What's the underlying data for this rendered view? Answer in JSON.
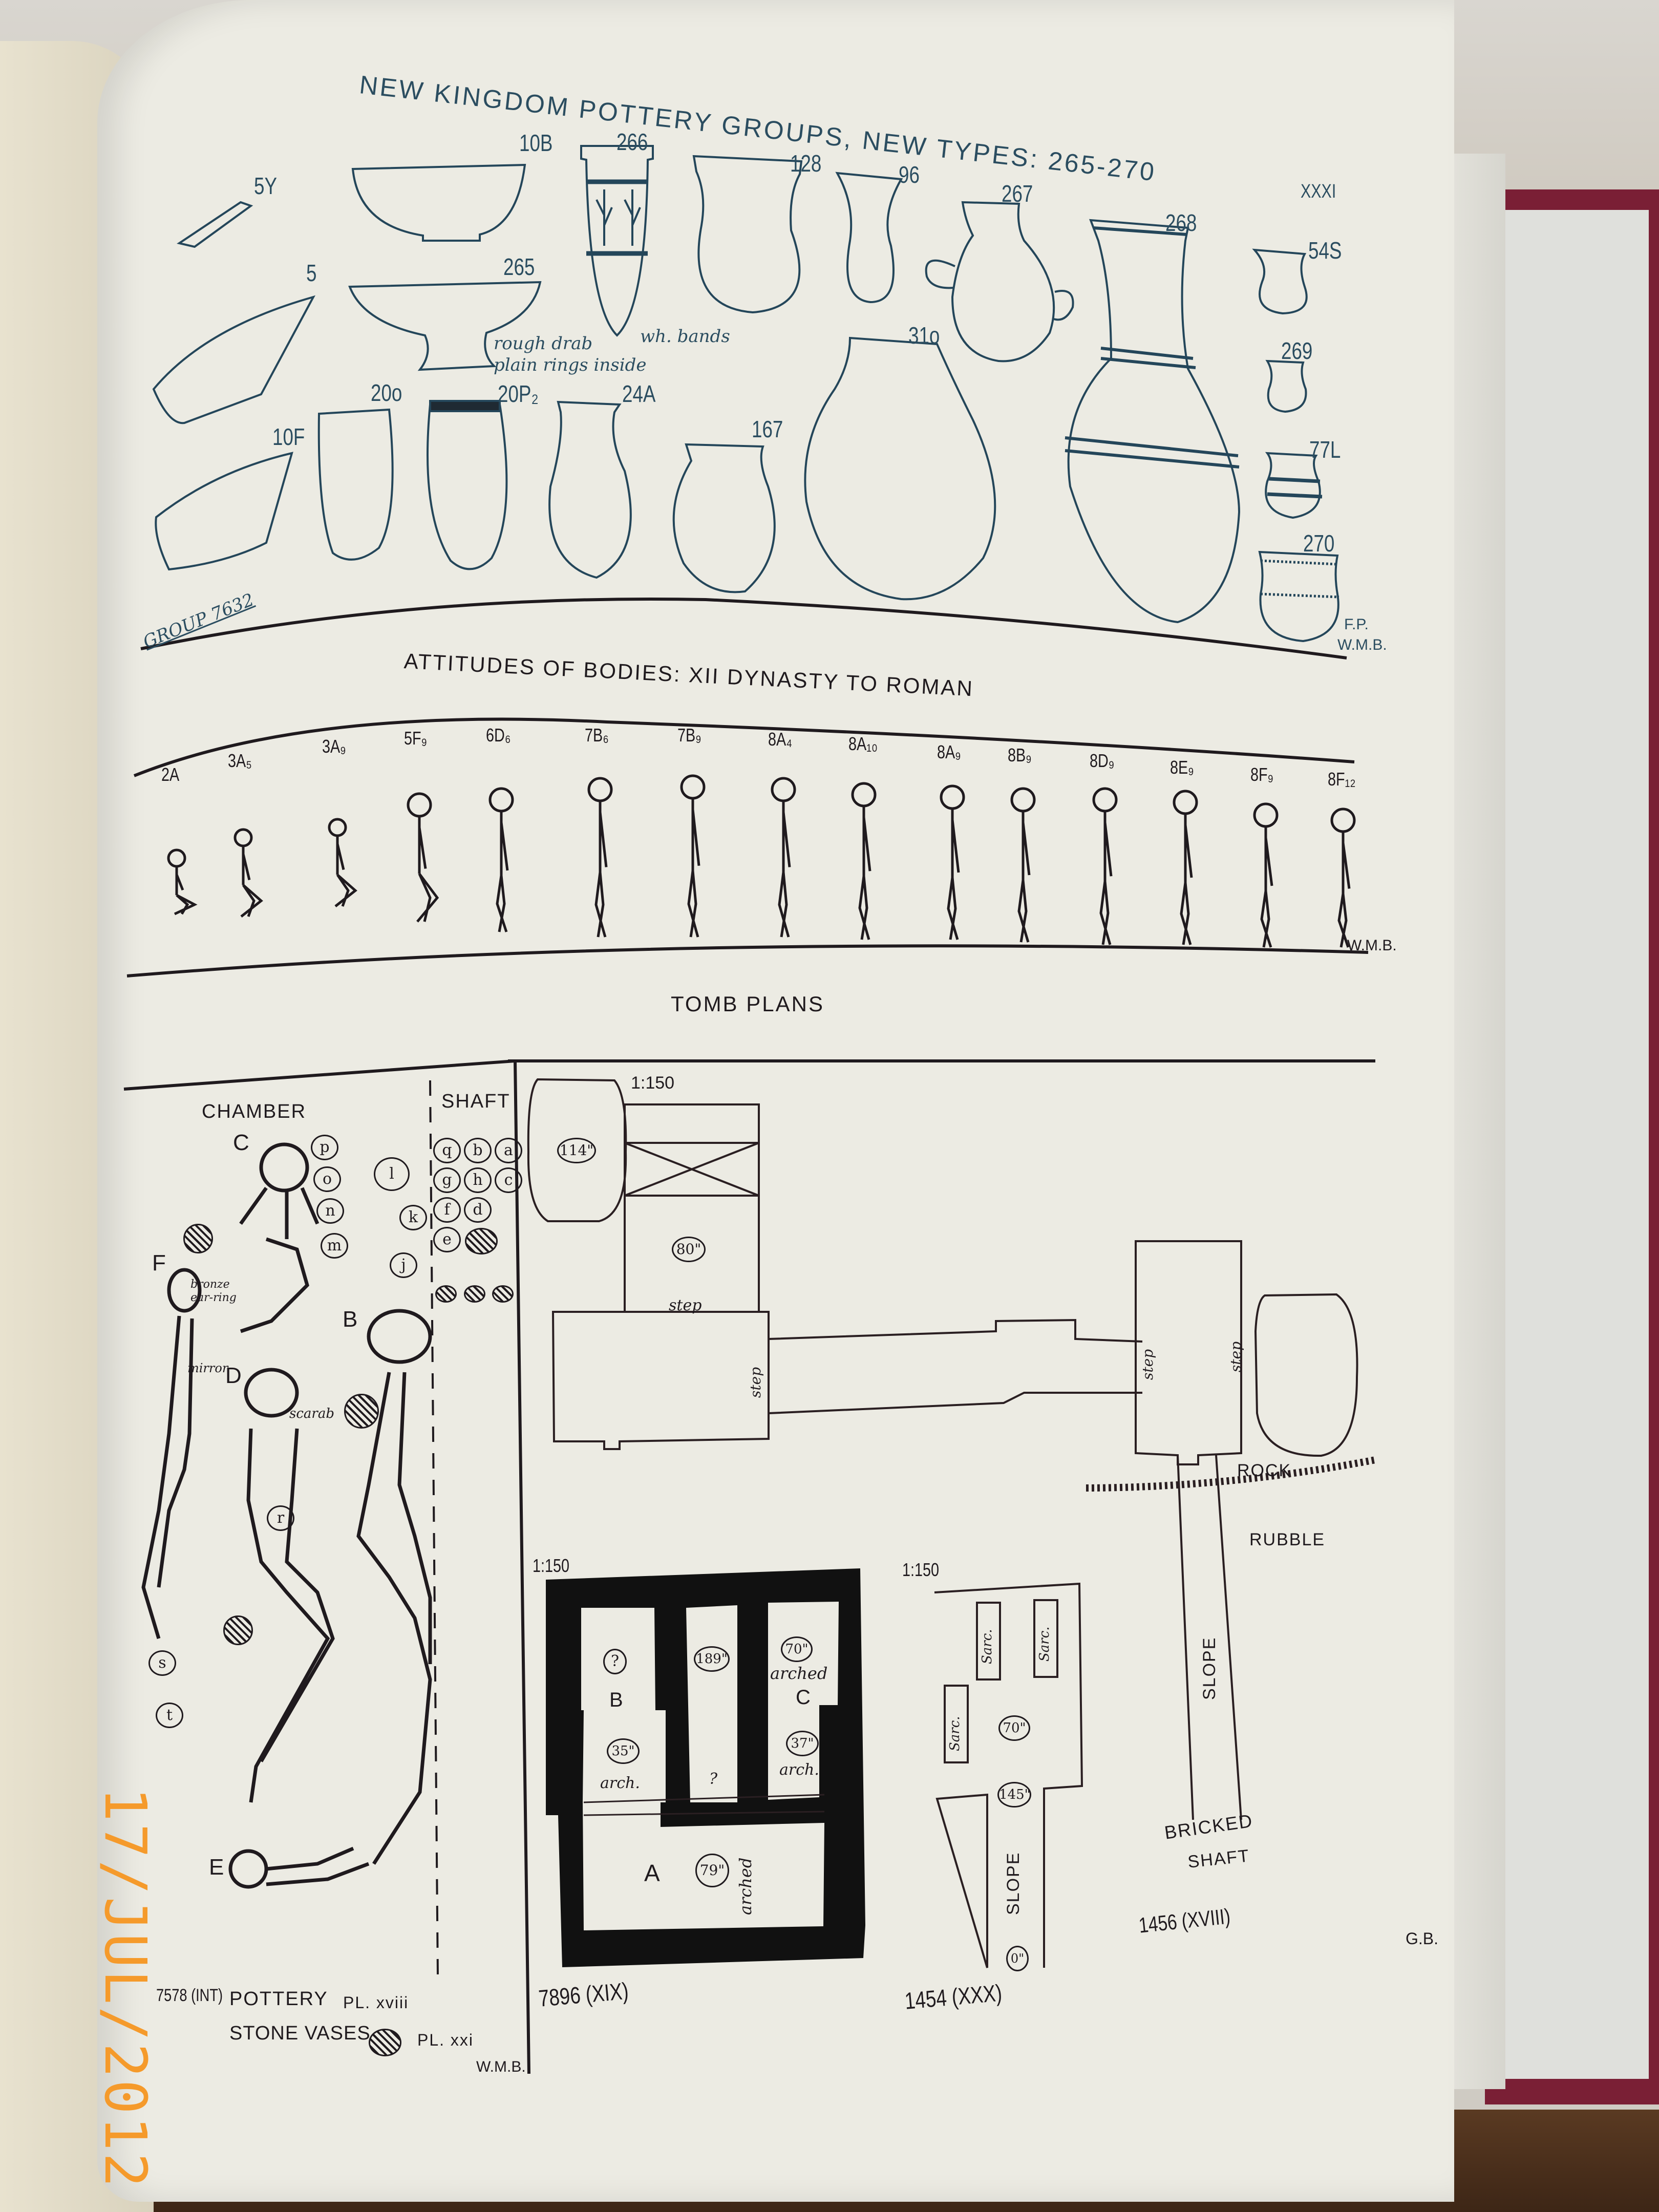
{
  "pottery": {
    "title": "NEW KINGDOM POTTERY GROUPS, NEW TYPES: 265-270",
    "plate_number": "XXXI",
    "types": {
      "t5Y": "5Y",
      "t10B": "10B",
      "t266": "266",
      "t128": "128",
      "t96": "96",
      "t267": "267",
      "t268": "268",
      "t54S": "54S",
      "t5": "5",
      "t265": "265",
      "t269": "269",
      "t31o": "31o",
      "t20o": "20o",
      "t20P2": "20P₂",
      "t24A": "24A",
      "t10F": "10F",
      "t167": "167",
      "t77L": "77L",
      "t270": "270"
    },
    "notes": {
      "wh_bands": "wh. bands",
      "rough_drab": "rough drab",
      "plain_rings": "plain rings inside"
    },
    "group": "GROUP 7632",
    "credit_fp": "F.P.",
    "credit_wmb": "W.M.B."
  },
  "bodies": {
    "title": "ATTITUDES OF BODIES: XII DYNASTY TO ROMAN",
    "attitudes": [
      "2A",
      "3A₅",
      "3A₉",
      "5F₉",
      "6D₆",
      "7B₆",
      "7B₉",
      "8A₄",
      "8A₁₀",
      "8A₉",
      "8B₉",
      "8D₉",
      "8E₉",
      "8F₉",
      "8F₁₂"
    ],
    "credit": "W.M.B."
  },
  "tombs": {
    "title": "TOMB PLANS",
    "t7578": {
      "chamber": "CHAMBER",
      "shaft": "SHAFT",
      "bodies": {
        "b": "B",
        "c": "C",
        "d": "D",
        "e": "E",
        "f": "F"
      },
      "notes": {
        "bronze": "bronze",
        "earring": "ear-ring",
        "mirror": "mirror",
        "scarab": "scarab"
      },
      "chamber_items": [
        "p",
        "o",
        "n",
        "m",
        "l",
        "k",
        "j",
        "r",
        "s",
        "t"
      ],
      "shaft_items": [
        "q",
        "b",
        "h",
        "a",
        "g",
        "c",
        "d",
        "f",
        "e"
      ],
      "caption": "7578 (INT)",
      "legend_pottery": "POTTERY",
      "legend_pottery_ref": "PL. xviii",
      "legend_stone": "STONE VASES",
      "legend_stone_ref": "PL. xxi",
      "credit": "W.M.B."
    },
    "t1456": {
      "scale": "1:150",
      "d114": "114\"",
      "d80": "80\"",
      "step": "step",
      "rock": "ROCK",
      "rubble": "RUBBLE",
      "slope": "SLOPE",
      "bricked": "BRICKED",
      "shaft": "SHAFT",
      "caption": "1456 (XVIII)"
    },
    "t7896": {
      "scale": "1:150",
      "room_b": "B",
      "room_c": "C",
      "room_a": "A",
      "b_q": "?",
      "d189": "189\"",
      "d70": "70\"",
      "arched": "arched",
      "d35": "35\"",
      "d37": "37\"",
      "arch": "arch.",
      "q": "?",
      "d79": "79\"",
      "caption": "7896 (XIX)"
    },
    "t1454": {
      "scale": "1:150",
      "sarc": "Sarc.",
      "d70": "70\"",
      "d145": "145\"",
      "slope": "SLOPE",
      "d0": "0\"",
      "caption": "1454 (XXX)"
    },
    "credit_gb": "G.B."
  },
  "stamp": "17/JUL/2012"
}
